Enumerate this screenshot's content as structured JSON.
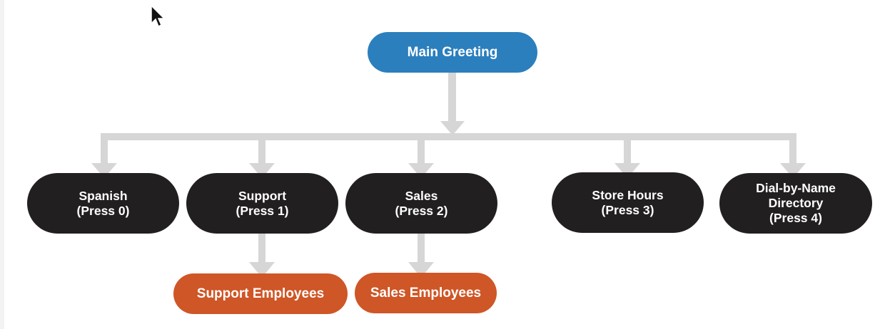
{
  "diagram": {
    "root": {
      "label": "Main Greeting",
      "color": "#2b7fbd"
    },
    "options": [
      {
        "label": "Spanish\n(Press 0)"
      },
      {
        "label": "Support\n(Press 1)"
      },
      {
        "label": "Sales\n(Press 2)"
      },
      {
        "label": "Store Hours\n(Press 3)"
      },
      {
        "label": "Dial-by-Name\nDirectory\n(Press 4)"
      }
    ],
    "destinations": [
      {
        "label": "Support Employees",
        "parent": "Support\n(Press 1)"
      },
      {
        "label": "Sales Employees",
        "parent": "Sales\n(Press 2)"
      }
    ],
    "colors": {
      "root": "#2b7fbd",
      "option": "#221f20",
      "destination": "#cf5626",
      "connector": "#d6d6d6"
    }
  },
  "icons": {
    "cursor": "mouse-pointer-icon"
  }
}
